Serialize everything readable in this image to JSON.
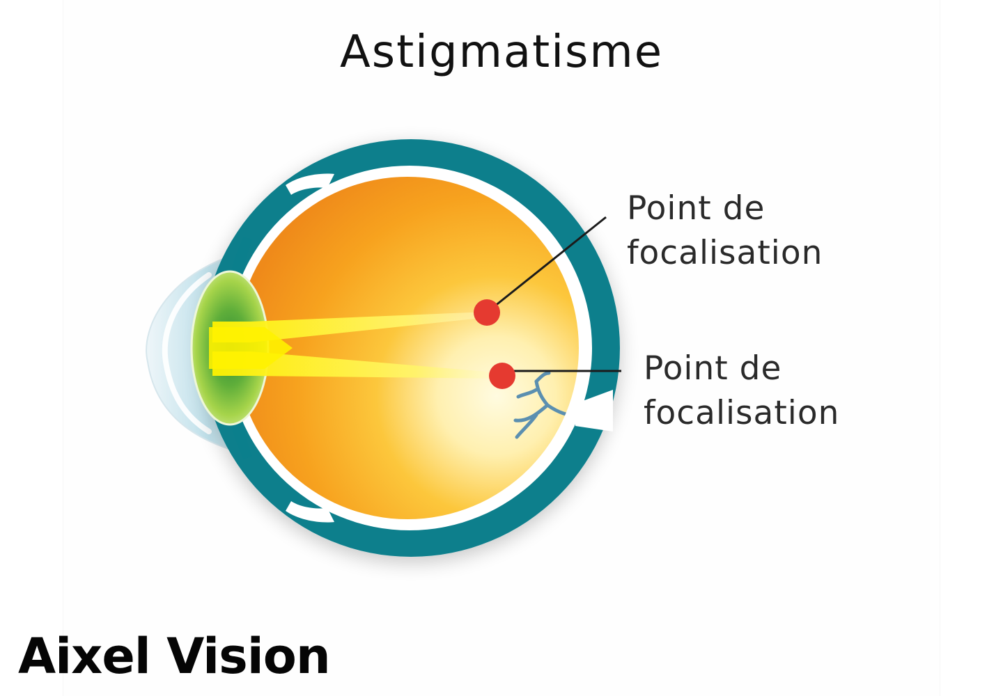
{
  "title": "Astigmatisme",
  "labels": {
    "upper": {
      "line1": "Point de",
      "line2": "focalisation"
    },
    "lower": {
      "line1": "Point de",
      "line2": "focalisation"
    }
  },
  "brand": "Aixel Vision",
  "colors": {
    "sclera": "#0b7f8c",
    "vitreous_orange": "#f39a1e",
    "vitreous_light": "#fff6c8",
    "lens_green": "#9bcf3c",
    "lens_core": "#3f9a3c",
    "light_beam": "#fff200",
    "focal_point": "#e53a30",
    "vein": "#5b8fb0"
  }
}
